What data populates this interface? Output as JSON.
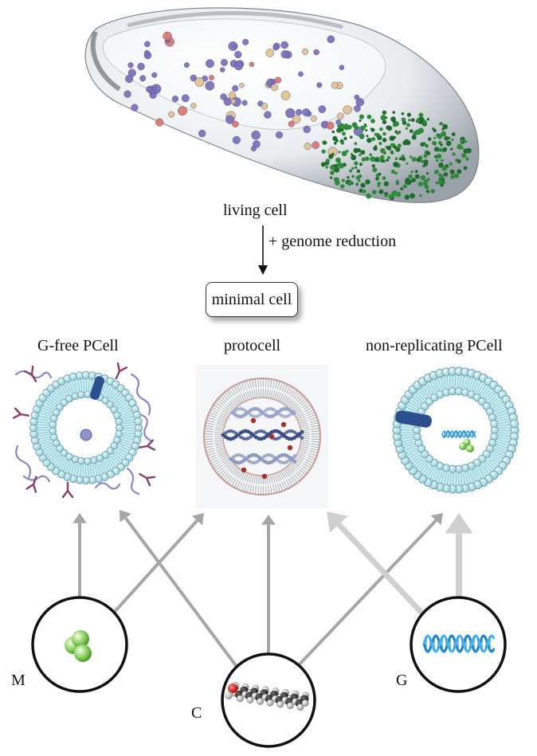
{
  "top": {
    "cell_label": "living cell",
    "arrow_label": "+ genome reduction",
    "box_label": "minimal cell"
  },
  "protocells": [
    {
      "key": "gfree",
      "title": "G-free PCell"
    },
    {
      "key": "proto",
      "title": "protocell"
    },
    {
      "key": "nonrep",
      "title": "non-replicating PCell"
    }
  ],
  "components": [
    {
      "key": "M",
      "label": "M",
      "content": "metabolism-spheres-icon"
    },
    {
      "key": "C",
      "label": "C",
      "content": "lipid-molecule-icon"
    },
    {
      "key": "G",
      "label": "G",
      "content": "dna-helix-icon"
    }
  ],
  "colors": {
    "membrane_head": "#bfe3e8",
    "membrane_tail": "#7fcad6",
    "dna_blue": "#1e88c8",
    "green": "#7ccb4f",
    "ribosome_purple": "#7b6fb8",
    "ribosome_tan": "#e2c28f",
    "ribosome_green": "#2f8a3c",
    "arrow_dark": "#a6a6a6",
    "arrow_light": "#d0d0d0"
  }
}
